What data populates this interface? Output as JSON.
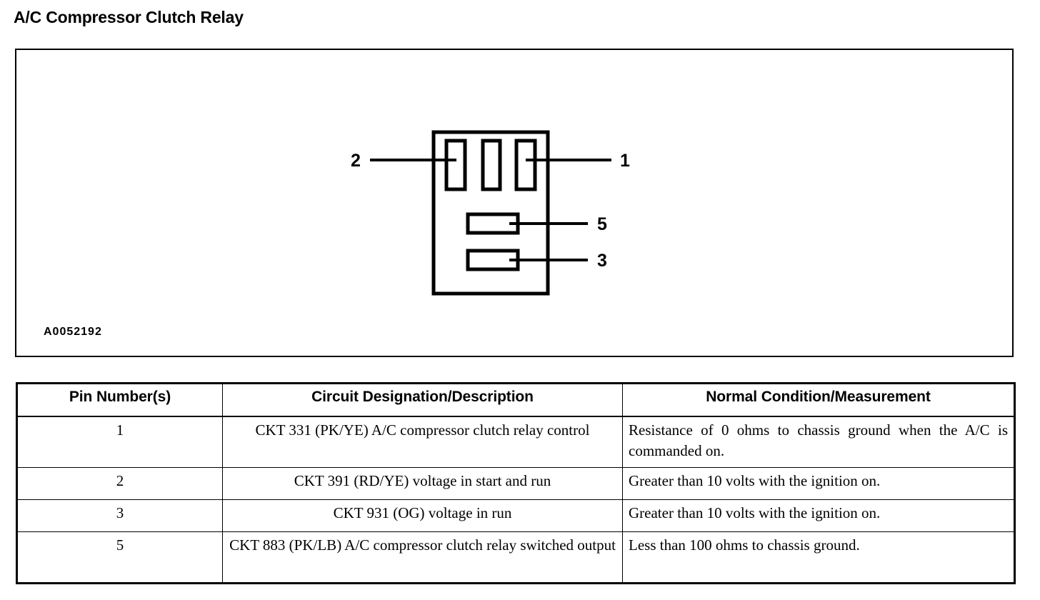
{
  "page": {
    "title": "A/C Compressor Clutch Relay"
  },
  "figure": {
    "code": "A0052192",
    "description": "Relay connector terminal face view with five cavities",
    "callouts": [
      {
        "label": "2",
        "position": "left",
        "target": "left vertical blade cavity"
      },
      {
        "label": "1",
        "position": "right",
        "target": "right vertical blade cavity"
      },
      {
        "label": "5",
        "position": "right",
        "target": "upper horizontal blade cavity"
      },
      {
        "label": "3",
        "position": "right",
        "target": "lower horizontal blade cavity"
      }
    ]
  },
  "table": {
    "headers": [
      "Pin Number(s)",
      "Circuit Designation/Description",
      "Normal Condition/Measurement"
    ],
    "rows": [
      {
        "pin": "1",
        "description": "CKT 331 (PK/YE) A/C compressor clutch relay control",
        "normal": "Resistance of 0 ohms to chassis ground when the A/C is commanded on."
      },
      {
        "pin": "2",
        "description": "CKT 391 (RD/YE) voltage in start and run",
        "normal": "Greater than 10 volts with the ignition on."
      },
      {
        "pin": "3",
        "description": "CKT 931 (OG) voltage in run",
        "normal": "Greater than 10 volts with the ignition on."
      },
      {
        "pin": "5",
        "description": "CKT 883 (PK/LB) A/C compressor clutch relay switched output",
        "normal": "Less than 100 ohms to chassis ground."
      }
    ]
  },
  "colors": {
    "ink": "#000000",
    "paper": "#ffffff"
  }
}
